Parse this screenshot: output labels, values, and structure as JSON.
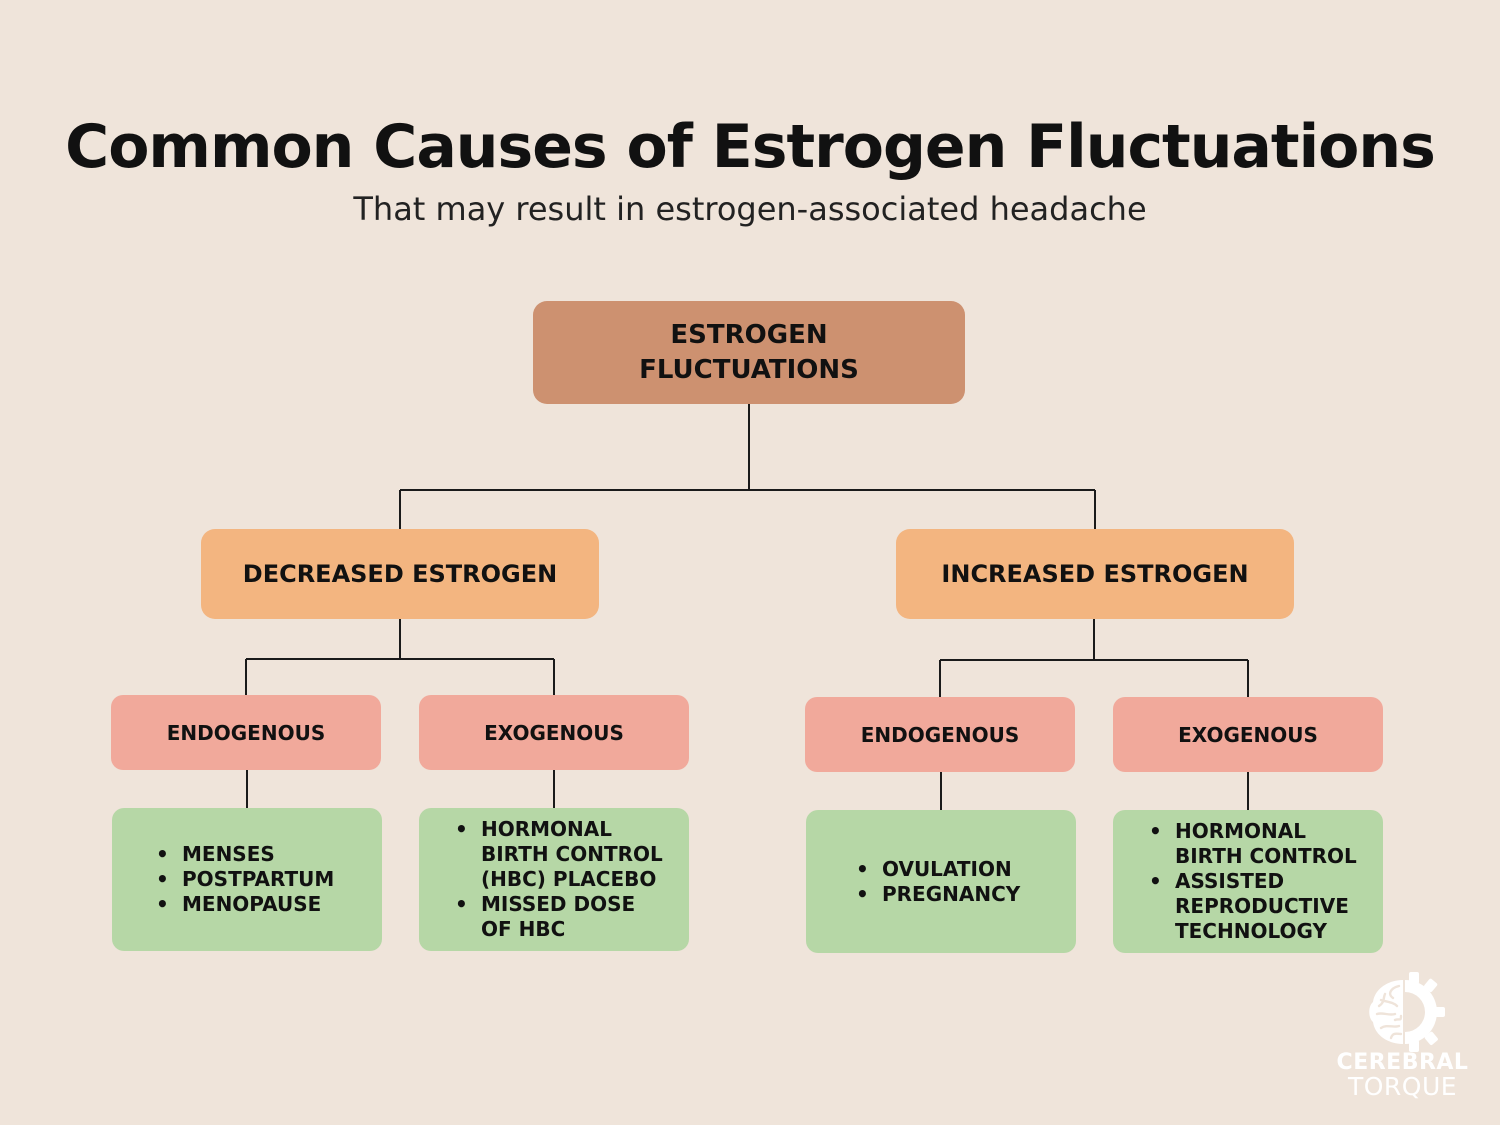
{
  "header": {
    "title": "Common Causes of Estrogen Fluctuations",
    "subtitle": "That may result in estrogen-associated headache"
  },
  "colors": {
    "background": "#efe4da",
    "root": "#cd9170",
    "category": "#f3b580",
    "source": "#f1a99b",
    "cause": "#b6d7a6"
  },
  "tree": {
    "root": {
      "line1": "ESTROGEN",
      "line2": "FLUCTUATIONS"
    },
    "decreased": {
      "label": "DECREASED ESTROGEN",
      "endogenous": {
        "label": "ENDOGENOUS",
        "items": [
          "MENSES",
          "POSTPARTUM",
          "MENOPAUSE"
        ]
      },
      "exogenous": {
        "label": "EXOGENOUS",
        "items": [
          "HORMONAL BIRTH CONTROL (HBC) PLACEBO",
          "MISSED DOSE OF HBC"
        ]
      }
    },
    "increased": {
      "label": "INCREASED ESTROGEN",
      "endogenous": {
        "label": "ENDOGENOUS",
        "items": [
          "OVULATION",
          "PREGNANCY"
        ]
      },
      "exogenous": {
        "label": "EXOGENOUS",
        "items": [
          "HORMONAL BIRTH CONTROL",
          "ASSISTED REPRODUCTIVE TECHNOLOGY"
        ]
      }
    }
  },
  "logo": {
    "icon": "brain-gear-icon",
    "word1": "CEREBRAL",
    "word2": "TORQUE"
  }
}
